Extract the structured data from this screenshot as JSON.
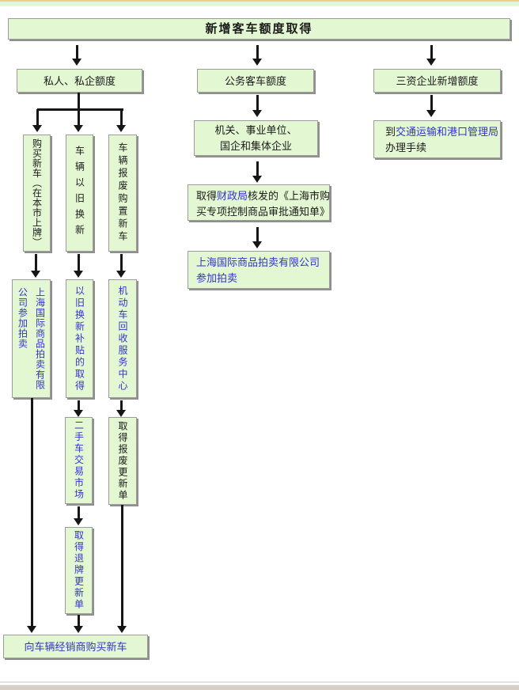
{
  "colors": {
    "box_fill": "#e3f7d2",
    "box_border": "#9b9b9b",
    "box_shadow": "#8f8f8f",
    "link_blue": "#3333cc",
    "text_black": "#1a1a1a",
    "arrow_black": "#161616",
    "top_accent_orange": "#f6cc85",
    "top_accent_green": "#e4f6d8",
    "bottom_bar_gray": "#d4d0c8"
  },
  "title": {
    "label": "新增客车额度取得"
  },
  "branches": {
    "private": {
      "label": "私人、私企额度"
    },
    "official": {
      "label": "公务客车额度"
    },
    "foreign": {
      "label": "三资企业新增额度"
    }
  },
  "private_flow": {
    "buy_new": "购买新车（在本市上牌）",
    "trade_in": "车辆以旧换新",
    "scrap": "车辆报废购置新车",
    "auction_col1": "上海国际商品拍卖有限",
    "auction_col2": "公司参加拍卖",
    "subsidy": "以旧换新补贴的取得",
    "recycle": "机动车回收服务中心",
    "used_market": "二手车交易市场",
    "scrap_cert": "取得报废更新单",
    "plate_cert": "取得退牌更新单",
    "dealer": "向车辆经销商购买新车"
  },
  "official_flow": {
    "org_line1": "机关、事业单位、",
    "org_line2": "国企和集体企业",
    "finance_line1_pre": "取得",
    "finance_link": "财政局",
    "finance_line1_post": "核发的《上海市购",
    "finance_line2": "买专项控制商品审批通知单》",
    "auction_line1": "上海国际商品拍卖有限公司",
    "auction_line2": "参加拍卖"
  },
  "foreign_flow": {
    "line1_pre": "到",
    "line1_link": "交通运输和港口管理局",
    "line2": "办理手续"
  }
}
